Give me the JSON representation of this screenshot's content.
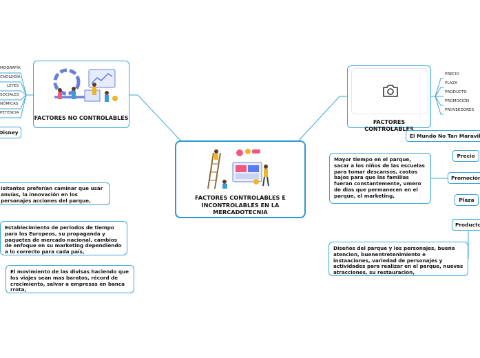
{
  "center": {
    "title": "FACTORES CONTROLABLES E INCONTROLABLES EN LA MERCADOTECNIA",
    "image_icon": "people-team-illustration"
  },
  "no_controlables": {
    "title": "FACTORES NO CONTROLABLES",
    "image_icon": "team-working-illustration",
    "labels": [
      "MOGRAFÍA",
      "CNOLOGÍA",
      "LEYES",
      "SOCIALES",
      "NÓMICAS",
      "PETENCIA"
    ],
    "disney": "Disney",
    "notes": [
      "isitantes preferían caminar que usar anvías, la innovación en los personajes acciones del parque,",
      "Establecimiento de periodos de tiempo para los Europeos, su propaganda y paquetes de mercado nacional, cambios de enfoque en su marketing dependiendo a lo correcto para cada país,",
      "El movimiento de las divisas haciendo que los viajes sean mas baratos, récord de crecimiento, salvar a empresas en banca rrota,"
    ]
  },
  "controlables": {
    "title": "FACTORES  CONTROLABLES",
    "image_icon": "camera-icon",
    "labels": [
      "PRECIO",
      "PLAZA",
      "PRODUCTO",
      "PROMOCIÓN",
      "PROVEEDORES"
    ],
    "mundo": "El Mundo No Tan Maravilloso",
    "precio": "Precio",
    "promocion": "Promoción",
    "plaza": "Plaza",
    "producto": "Producto",
    "note_precio": "Mayor tiempo en el parque, sacar a los niños de las escuelas para tomar descansos,  costos bajos para que las familias fueran constantemente, umero de dias que permanecen en el parque, el marketing,",
    "note_producto": "Diseños del parque y los personajes, buena atencion, buenentretenimiento e instaaciones, variedad de personajes y actividades para realizar en el parque, nuevas atracciones, su restauracion,"
  },
  "colors": {
    "border": "#3aa5d8",
    "line": "#3aa5d8"
  }
}
